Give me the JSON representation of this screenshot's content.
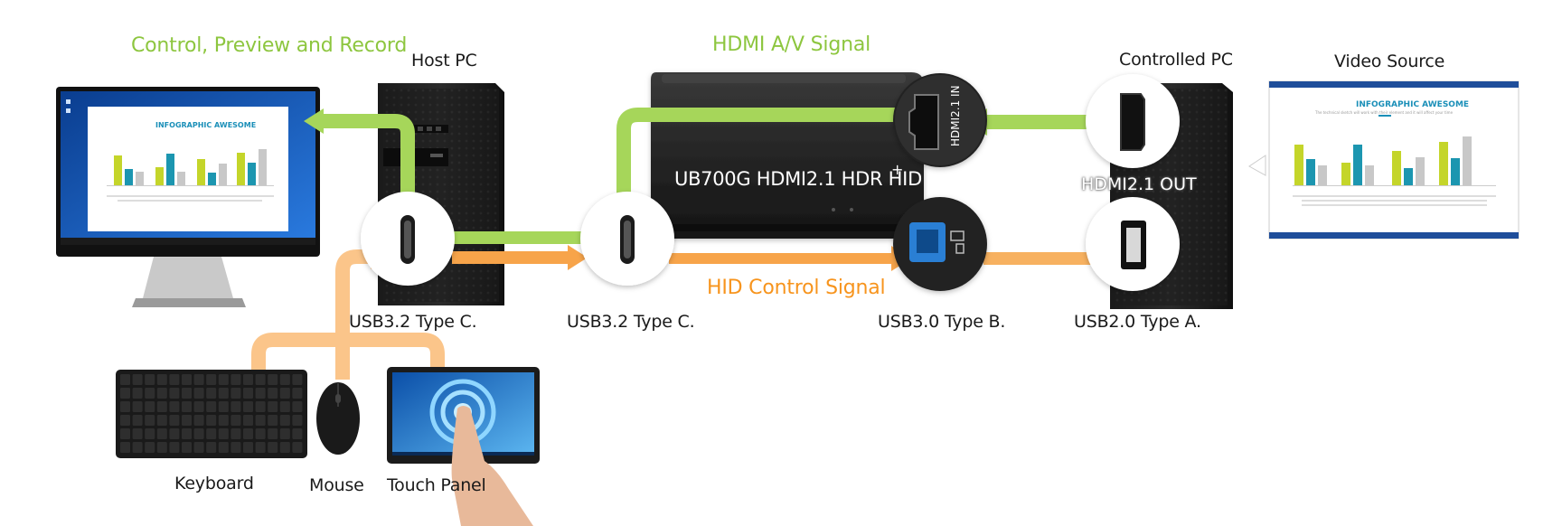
{
  "title_control": "Control, Preview and Record",
  "title_hdmi_signal": "HDMI A/V Signal",
  "hid_signal": "HID Control Signal",
  "host_pc": "Host PC",
  "controlled_pc": "Controlled PC",
  "video_source": "Video Source",
  "device_name": "UB700G HDMI2.1 HDR HID",
  "device_plus": "+",
  "hdmi_in_label": "HDMI2.1 IN",
  "hdmi_out_label": "HDMI2.1 OUT",
  "ports": {
    "host_usb": "USB3.2 Type C.",
    "device_usb_c": "USB3.2 Type C.",
    "device_usb_b": "USB3.0 Type B.",
    "controlled_usb_a": "USB2.0 Type A."
  },
  "peripherals": {
    "keyboard": "Keyboard",
    "mouse": "Mouse",
    "touch_panel": "Touch Panel"
  },
  "slide": {
    "title": "INFOGRAPHIC AWESOME",
    "subtitle": "The technical sketch will work with their element and it will affect your time"
  },
  "colors": {
    "green": "#8dc63f",
    "orange": "#f7941d",
    "slide_blue": "#1f4e9a"
  }
}
